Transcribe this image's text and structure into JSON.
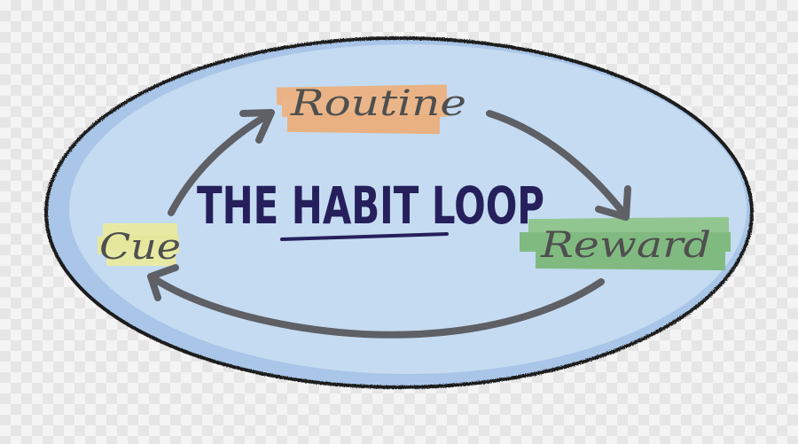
{
  "diagram": {
    "title": "THE HABIT LOOP",
    "nodes": [
      {
        "id": "cue",
        "label": "Cue",
        "highlight": "#ecec9c"
      },
      {
        "id": "routine",
        "label": "Routine",
        "highlight": "#eeaf7a"
      },
      {
        "id": "reward",
        "label": "Reward",
        "highlight": "#79b774"
      }
    ],
    "edges": [
      {
        "from": "cue",
        "to": "routine"
      },
      {
        "from": "routine",
        "to": "reward"
      },
      {
        "from": "reward",
        "to": "cue"
      }
    ],
    "colors": {
      "ellipse_fill": "#c5dbf1",
      "ellipse_stroke": "#1b1b1b",
      "title": "#25205c",
      "arrow": "#5e6066",
      "label": "#4f4f4f"
    }
  }
}
